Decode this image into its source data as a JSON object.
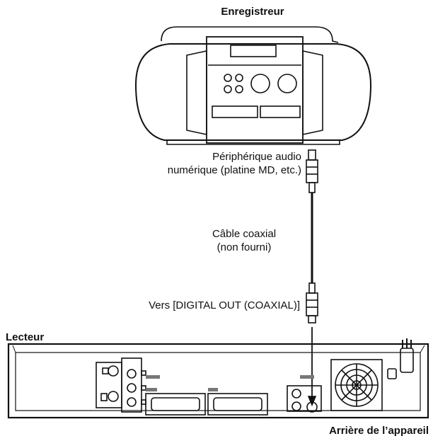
{
  "recorder": {
    "title": "Enregistreur",
    "device_label_line1": "Périphérique audio",
    "device_label_line2": "numérique (platine MD, etc.)"
  },
  "cable": {
    "label_line1": "Câble coaxial",
    "label_line2": "(non fourni)"
  },
  "connection": {
    "target_label": "Vers [DIGITAL OUT (COAXIAL)]"
  },
  "player": {
    "title": "Lecteur",
    "rear_label": "Arrière de l’appareil"
  }
}
